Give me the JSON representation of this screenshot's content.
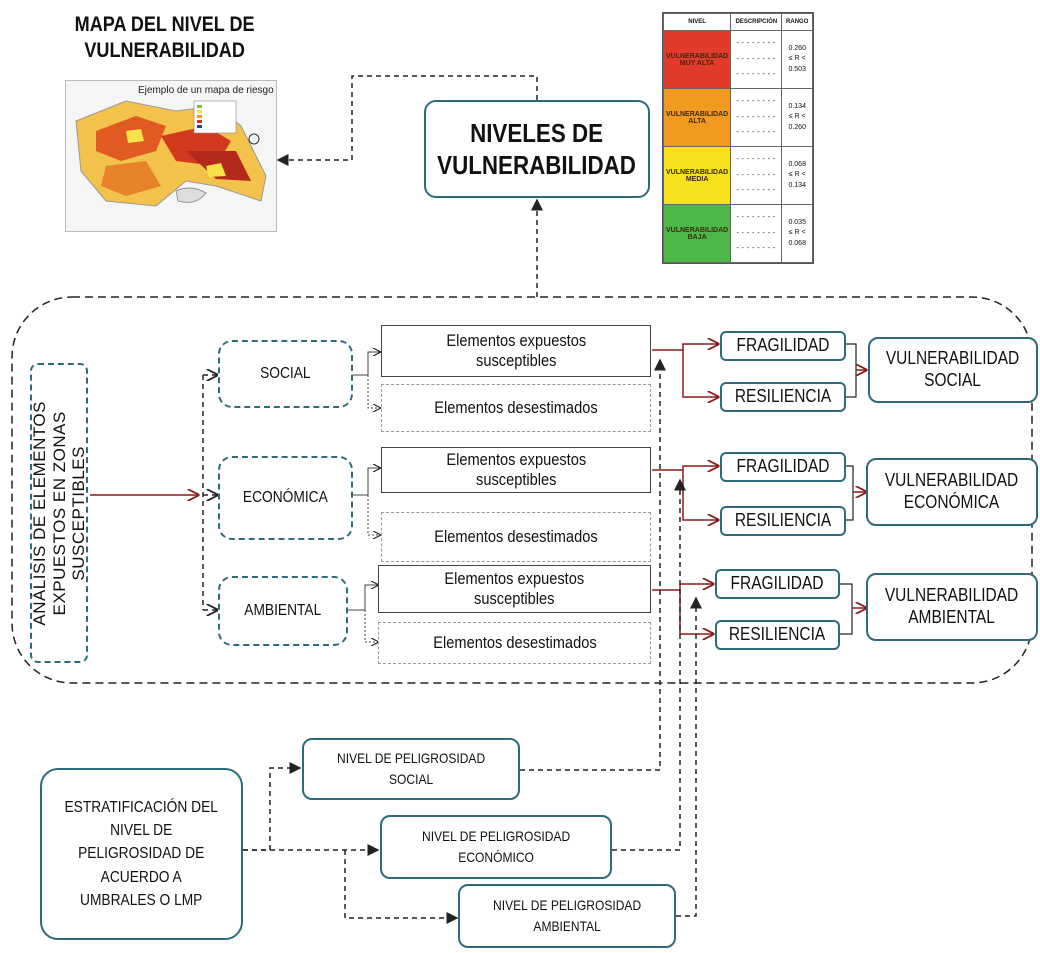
{
  "title": "MAPA DEL NIVEL DE\nVULNERABILIDAD",
  "map": {
    "title": "Ejemplo de un mapa de riesgo"
  },
  "niveles": {
    "label": "NIVELES DE\nVULNERABILIDAD"
  },
  "table": {
    "headers": [
      "NIVEL",
      "DESCRIPCIÓN",
      "RANGO"
    ],
    "rows": [
      {
        "level": "VULNERABILIDAD\nMUY ALTA",
        "desc": "--------\n--------\n--------",
        "range": "0.260\n≤ R <\n0.503",
        "color": "#e23a2b"
      },
      {
        "level": "VULNERABILIDAD\nALTA",
        "desc": "--------\n--------\n--------",
        "range": "0.134\n≤ R <\n0.260",
        "color": "#f29a1f"
      },
      {
        "level": "VULNERABILIDAD\nMEDIA",
        "desc": "--------\n--------\n--------",
        "range": "0.068\n≤ R <\n0.134",
        "color": "#f5e21a"
      },
      {
        "level": "VULNERABILIDAD\nBAJA",
        "desc": "--------\n--------\n--------",
        "range": "0.035\n≤ R <\n0.068",
        "color": "#4db748"
      }
    ]
  },
  "analysis": {
    "label": "ANÁLISIS DE ELEMENTOS\nEXPUESTOS EN ZONAS\nSUSCEPTIBLES"
  },
  "dimensions": {
    "social": "SOCIAL",
    "economica": "ECONÓMICA",
    "ambiental": "AMBIENTAL"
  },
  "elements": {
    "expuestos": "Elementos expuestos\nsusceptibles",
    "desestimados": "Elementos desestimados"
  },
  "factors": {
    "fragilidad": "FRAGILIDAD",
    "resiliencia": "RESILIENCIA"
  },
  "results": {
    "social": "VULNERABILIDAD\nSOCIAL",
    "economica": "VULNERABILIDAD\nECONÓMICA",
    "ambiental": "VULNERABILIDAD\nAMBIENTAL"
  },
  "peligrosidad": {
    "estratificacion": "ESTRATIFICACIÓN DEL\nNIVEL DE\nPELIGROSIDAD DE\nACUERDO A\nUMBRALES O LMP",
    "social": "NIVEL DE PELIGROSIDAD\nSOCIAL",
    "economico": "NIVEL DE PELIGROSIDAD\nECONÓMICO",
    "ambiental": "NIVEL DE PELIGROSIDAD\nAMBIENTAL"
  },
  "colors": {
    "teal": "#2d6b7c",
    "dark_red": "#8b1a1a",
    "line": "#222222"
  }
}
